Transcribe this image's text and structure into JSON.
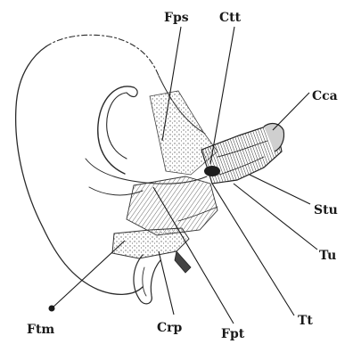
{
  "labels": {
    "fps": "Fps",
    "ctt": "Ctt",
    "cca": "Cca",
    "stu": "Stu",
    "tu": "Tu",
    "tt": "Tt",
    "fpt": "Fpt",
    "crp": "Crp",
    "ftm": "Ftm"
  }
}
